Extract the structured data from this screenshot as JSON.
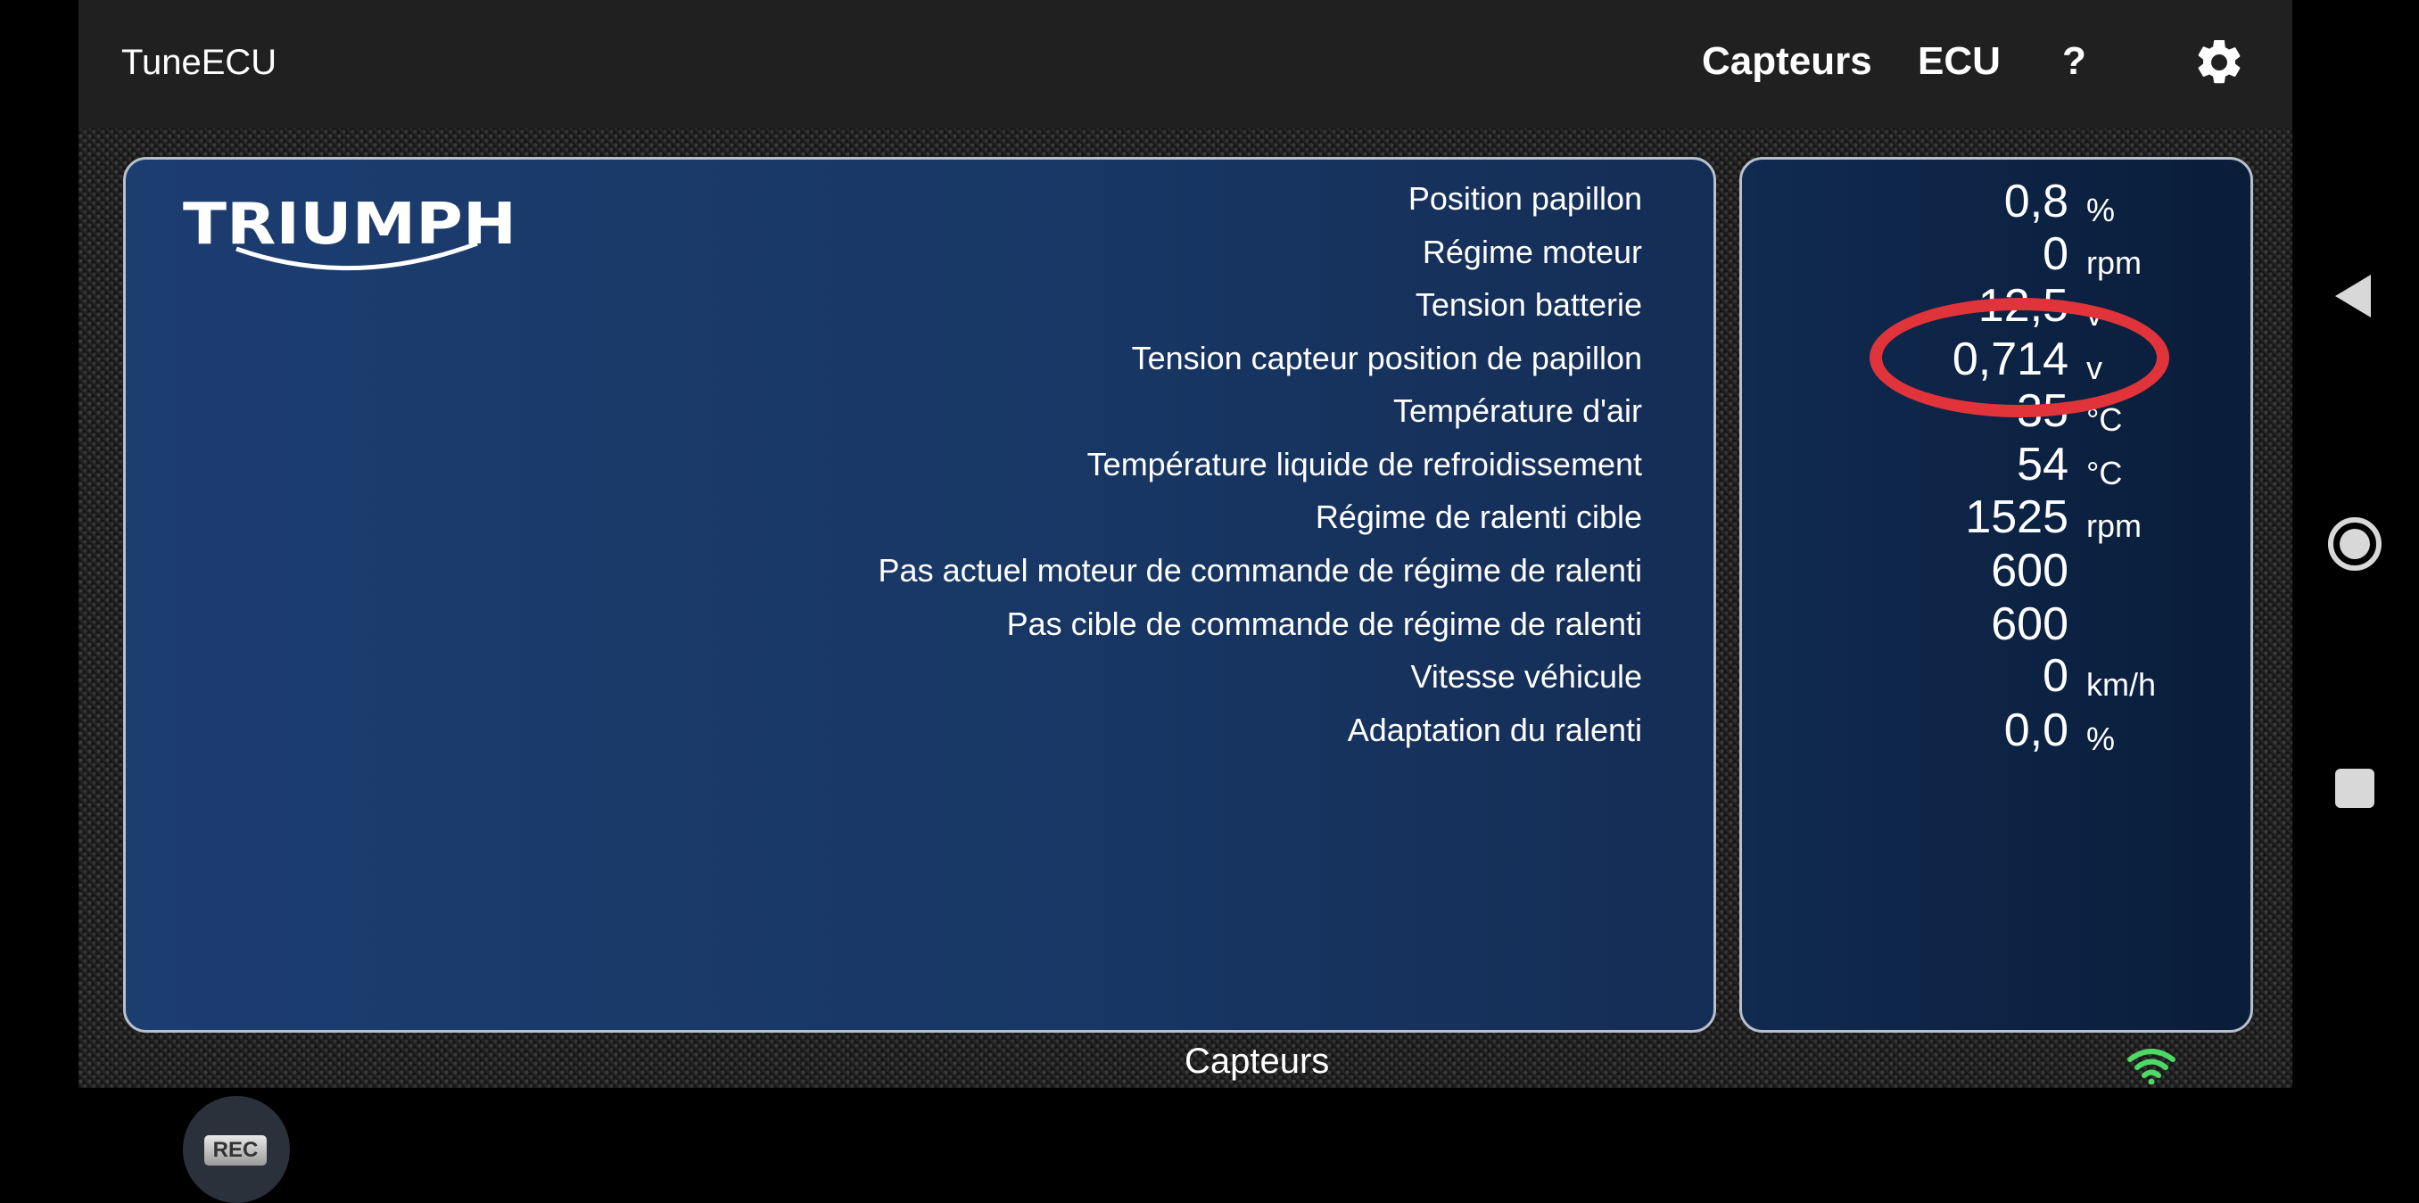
{
  "app": {
    "title": "TuneECU",
    "nav": {
      "capteurs": "Capteurs",
      "ecu": "ECU",
      "help": "?",
      "settings_icon": "gear-icon"
    }
  },
  "brand": {
    "logo_text": "TRIUMPH"
  },
  "sensors": [
    {
      "label": "Position papillon",
      "value": "0,8",
      "unit": "%"
    },
    {
      "label": "Régime moteur",
      "value": "0",
      "unit": "rpm"
    },
    {
      "label": "Tension batterie",
      "value": "12,5",
      "unit": "v"
    },
    {
      "label": "Tension capteur position de papillon",
      "value": "0,714",
      "unit": "v"
    },
    {
      "label": "Température d'air",
      "value": "35",
      "unit": "°C"
    },
    {
      "label": "Température liquide de refroidissement",
      "value": "54",
      "unit": "°C"
    },
    {
      "label": "Régime de ralenti cible",
      "value": "1525",
      "unit": "rpm"
    },
    {
      "label": "Pas actuel moteur de commande de régime de ralenti",
      "value": "600",
      "unit": ""
    },
    {
      "label": "Pas cible de commande de régime de ralenti",
      "value": "600",
      "unit": ""
    },
    {
      "label": "Vitesse véhicule",
      "value": "0",
      "unit": "km/h"
    },
    {
      "label": "Adaptation du ralenti",
      "value": "0,0",
      "unit": "%"
    }
  ],
  "rec_label": "REC",
  "footer": {
    "title": "Capteurs",
    "connection_icon": "wifi-icon"
  },
  "colors": {
    "panel_blue": "#1c3d70",
    "highlight_ring": "#e0343a",
    "wifi_green": "#4cd964"
  },
  "system_nav": {
    "back_icon": "back-triangle-icon",
    "home_icon": "home-circle-icon",
    "recents_icon": "recents-square-icon"
  }
}
